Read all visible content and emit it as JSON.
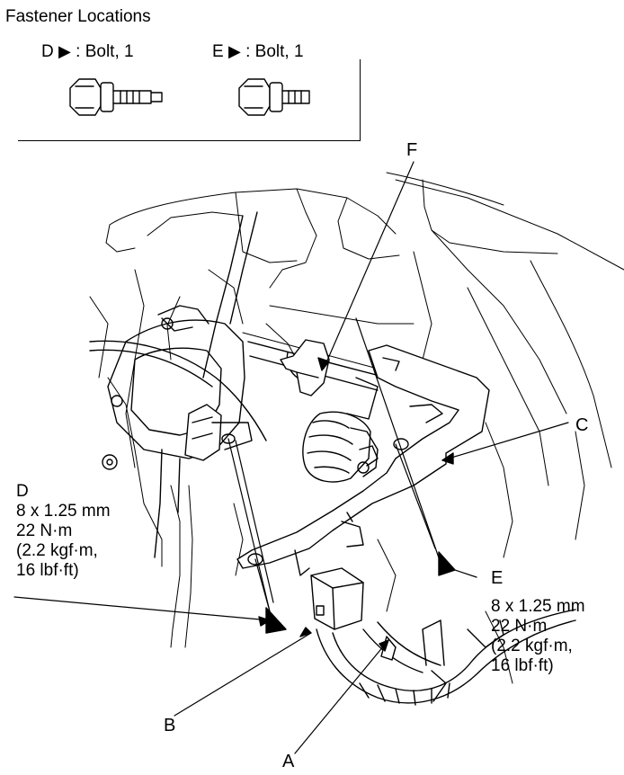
{
  "legend": {
    "title": "Fastener Locations",
    "d_letter": "D",
    "d_text": ": Bolt, 1",
    "e_letter": "E",
    "e_text": ": Bolt, 1",
    "arrow_glyph": "▶"
  },
  "callouts": {
    "a": "A",
    "b": "B",
    "c": "C",
    "e": "E",
    "f": "F"
  },
  "spec_d": {
    "letter": "D",
    "size": "8 x 1.25 mm",
    "torque": "22 N·m",
    "kgf": "(2.2 kgf·m,",
    "lbf": "16 lbf·ft)"
  },
  "spec_e": {
    "size": "8 x 1.25 mm",
    "torque": "22 N·m",
    "kgf": "(2.2 kgf·m,",
    "lbf": "16 lbf·ft)"
  }
}
